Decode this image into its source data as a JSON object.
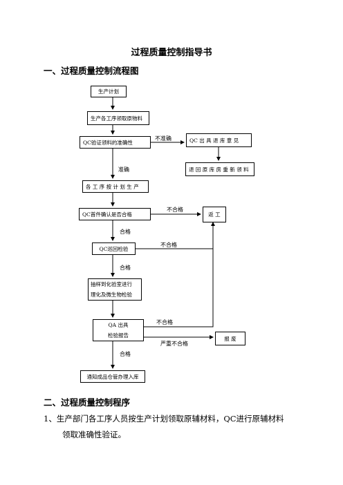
{
  "document": {
    "title": "过程质量控制指导书",
    "section1": "一、过程质量控制流程图",
    "section2": "二、过程质量控制程序",
    "paragraph1_line1": "1、生产部门各工序人员按生产计划领取原辅材料，QC进行原辅材料",
    "paragraph1_line2": "领取准确性验证。"
  },
  "flowchart": {
    "boxes": {
      "production_plan": "生产计划",
      "collect_materials": "生产各工序领取原物料",
      "qc_verify": "QC验证领料的准确性",
      "qc_return_opinion": "QC 出 具 退 库 意 见",
      "return_reissue": "退 回 原 库 房 重 新 领 料",
      "produce_by_plan": "各 工 序 按 计 划 生 产",
      "qc_first_article": "QC首件确认是否合格",
      "rework": "返    工",
      "qc_patrol": "QC巡回检验",
      "sampling_line1": "抽样到化验室进行",
      "sampling_line2": "理化及微生物检验",
      "qa_report_line1": "QA 出具",
      "qa_report_line2": "检验报告",
      "scrap": "报    废",
      "notify_warehouse": "通知成品仓管办理入库"
    },
    "labels": {
      "inaccurate": "不准确",
      "accurate": "准确",
      "unqualified_1": "不合格",
      "qualified_1": "合格",
      "unqualified_2": "不合格",
      "qualified_2": "合格",
      "unqualified_3": "不合格",
      "severe_unqualified": "严重不合格",
      "qualified_3": "合格"
    }
  }
}
